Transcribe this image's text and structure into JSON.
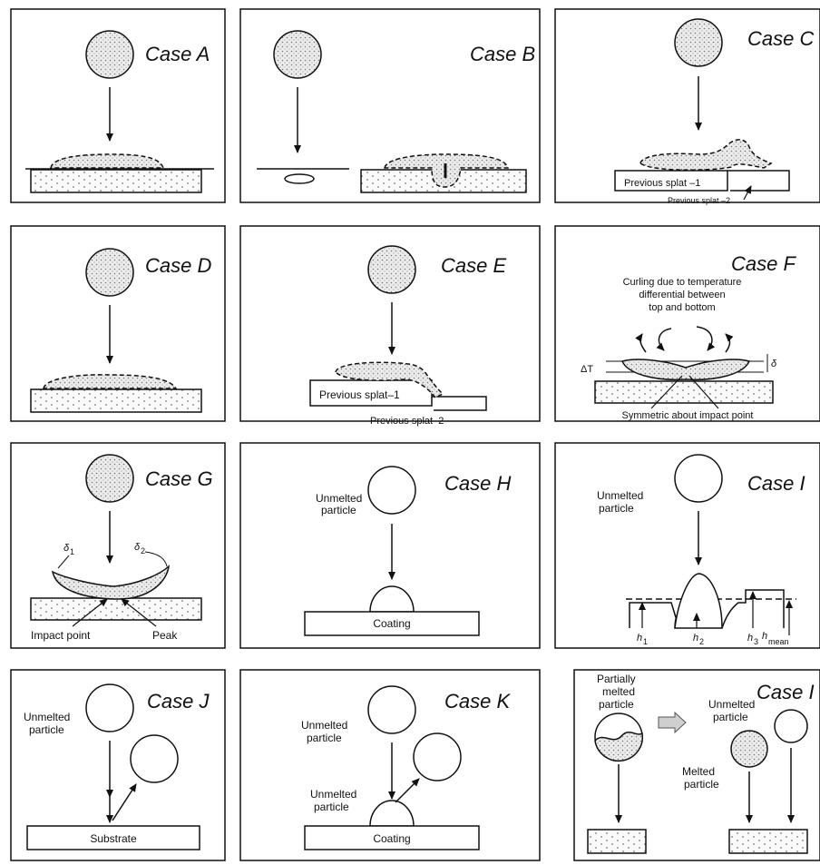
{
  "cases": {
    "a": {
      "title": "Case A"
    },
    "b": {
      "title": "Case B"
    },
    "c": {
      "title": "Case C",
      "prev1": "Previous splat –1",
      "prev2": "Previous splat –2"
    },
    "d": {
      "title": "Case D"
    },
    "e": {
      "title": "Case E",
      "prev1": "Previous splat–1",
      "prev2": "Previous splat–2"
    },
    "f": {
      "title": "Case F",
      "curl1": "Curling due to temperature",
      "curl2": "differential between",
      "curl3": "top and bottom",
      "dT": "ΔT",
      "delta": "δ",
      "sym": "Symmetric about impact point"
    },
    "g": {
      "title": "Case G",
      "d1": "δ",
      "d1sub": "1",
      "d2": "δ",
      "d2sub": "2",
      "impact": "Impact point",
      "peak": "Peak"
    },
    "h": {
      "title": "Case H",
      "un1": "Unmelted",
      "un2": "particle",
      "coating": "Coating"
    },
    "i": {
      "title": "Case I",
      "un1": "Unmelted",
      "un2": "particle",
      "h": "h",
      "h1": "1",
      "h2": "2",
      "h3": "3",
      "hmean": "mean"
    },
    "j": {
      "title": "Case J",
      "un1": "Unmelted",
      "un2": "particle",
      "substrate": "Substrate"
    },
    "k": {
      "title": "Case K",
      "un1": "Unmelted",
      "un2": "particle",
      "coating": "Coating"
    },
    "l": {
      "title": "Case I",
      "pm1": "Partially",
      "pm2": "melted",
      "pm3": "particle",
      "um1": "Unmelted",
      "um2": "particle",
      "m1": "Melted",
      "m2": "particle"
    }
  }
}
